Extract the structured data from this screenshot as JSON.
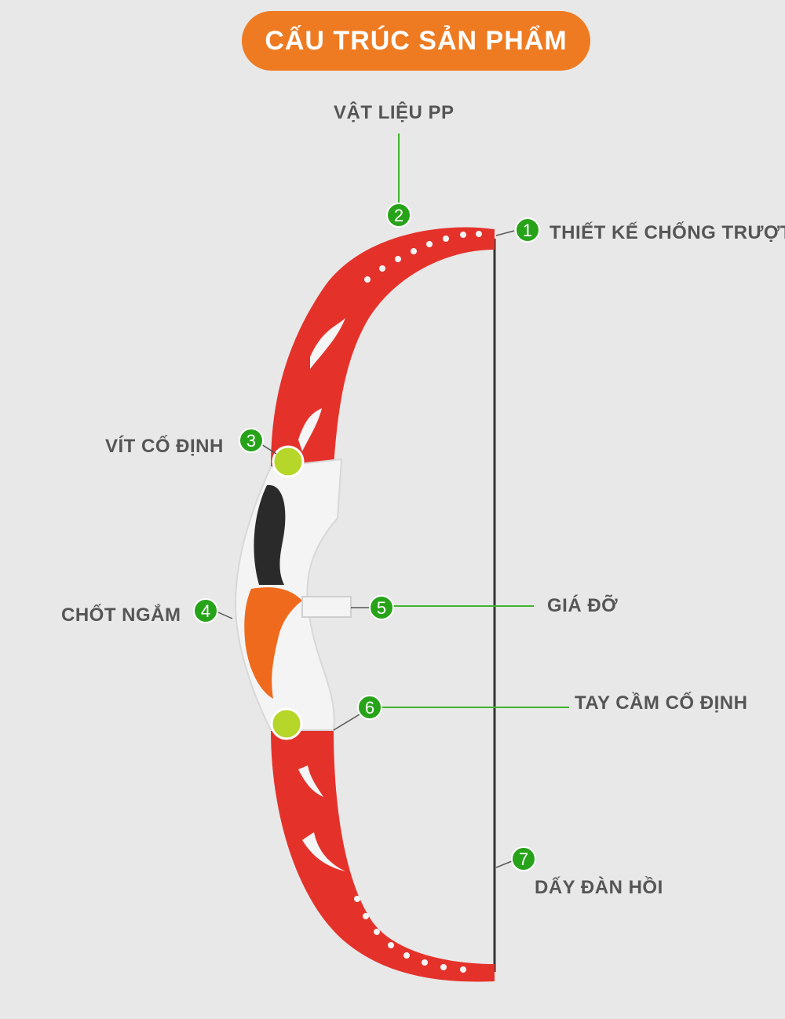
{
  "title": "CẤU TRÚC SẢN PHẨM",
  "labels": {
    "l1": "THIẾT KẾ CHỐNG TRƯỢT",
    "l2": "VẬT LIỆU PP",
    "l3": "VÍT CỐ ĐỊNH",
    "l4": "CHỐT NGẮM",
    "l5": "GIÁ ĐỠ",
    "l6": "TAY CẦM CỐ ĐỊNH",
    "l7": "DẤY ĐÀN HỒI"
  },
  "badges": [
    "1",
    "2",
    "3",
    "4",
    "5",
    "6",
    "7"
  ],
  "colors": {
    "banner": "#ee7b22",
    "badge": "#27a31a",
    "leader": "#3fb52d",
    "limb": "#e4322b",
    "grip": "#f4f4f4",
    "sight": "#f06a1d",
    "screw": "#b6d62a",
    "string": "#333333"
  }
}
